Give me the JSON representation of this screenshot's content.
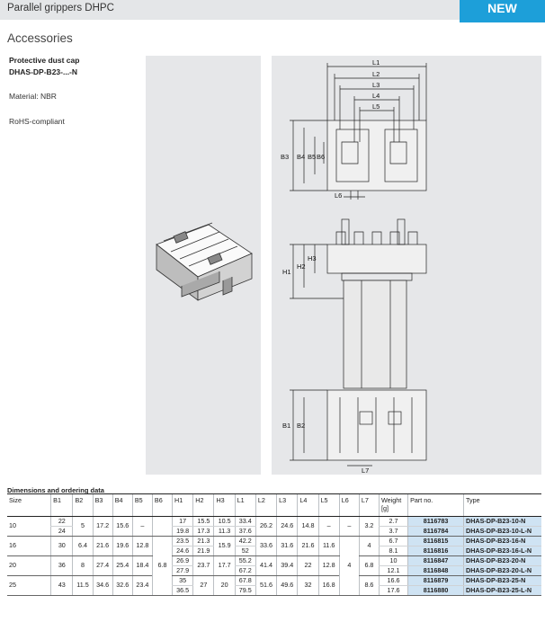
{
  "header": {
    "title": "Parallel grippers DHPC",
    "badge": "NEW"
  },
  "section_title": "Accessories",
  "product": {
    "name": "Protective dust cap",
    "code": "DHAS-DP-B23-...-N",
    "material": "Material: NBR",
    "rohs": "RoHS-compliant"
  },
  "drawing_labels": {
    "top": [
      "L1",
      "L2",
      "L3",
      "L4",
      "L5",
      "L6",
      "B3",
      "B4",
      "B5",
      "B6"
    ],
    "side": [
      "H1",
      "H2",
      "H3"
    ],
    "bottom": [
      "B1",
      "B2",
      "L7"
    ]
  },
  "table": {
    "caption": "Dimensions and ordering data",
    "headers": [
      "Size",
      "B1",
      "B2",
      "B3",
      "B4",
      "B5",
      "B6",
      "H1",
      "H2",
      "H3",
      "L1",
      "L2",
      "L3",
      "L4",
      "L5",
      "L6",
      "L7",
      "Weight [g]",
      "Part no.",
      "Type"
    ],
    "groups": [
      {
        "size": "10",
        "B1": [
          "22",
          "24"
        ],
        "B2": "5",
        "B3": "17.2",
        "B4": "15.6",
        "B5": "–",
        "H1": [
          "17",
          "19.8"
        ],
        "H2": [
          "15.5",
          "17.3"
        ],
        "H3": [
          "10.5",
          "11.3"
        ],
        "L1": [
          "33.4",
          "37.6"
        ],
        "L2": "26.2",
        "L3": "24.6",
        "L4": "14.8",
        "L5": "–",
        "L7": "3.2",
        "weight": [
          "2.7",
          "3.7"
        ],
        "part": [
          "8116783",
          "8116784"
        ],
        "type": [
          "DHAS-DP-B23-10-N",
          "DHAS-DP-B23-10-L-N"
        ]
      },
      {
        "size": "16",
        "B1": "30",
        "B2": "6.4",
        "B3": "21.6",
        "B4": "19.6",
        "B5": "12.8",
        "H1": [
          "23.5",
          "24.6"
        ],
        "H2": [
          "21.3",
          "21.9"
        ],
        "H3": "15.9",
        "L1": [
          "42.2",
          "52"
        ],
        "L2": "33.6",
        "L3": "31.6",
        "L4": "21.6",
        "L5": "11.6",
        "L7": "4",
        "weight": [
          "6.7",
          "8.1"
        ],
        "part": [
          "8116815",
          "8116816"
        ],
        "type": [
          "DHAS-DP-B23-16-N",
          "DHAS-DP-B23-16-L-N"
        ]
      },
      {
        "size": "20",
        "B1": "36",
        "B2": "8",
        "B3": "27.4",
        "B4": "25.4",
        "B5": "18.4",
        "H1": [
          "26.9",
          "27.9"
        ],
        "H2": "23.7",
        "H3": "17.7",
        "L1": [
          "55.2",
          "67.2"
        ],
        "L2": "41.4",
        "L3": "39.4",
        "L4": "22",
        "L5": "12.8",
        "L7": "6.8",
        "weight": [
          "10",
          "12.1"
        ],
        "part": [
          "8116847",
          "8116848"
        ],
        "type": [
          "DHAS-DP-B23-20-N",
          "DHAS-DP-B23-20-L-N"
        ]
      },
      {
        "size": "25",
        "B1": "43",
        "B2": "11.5",
        "B3": "34.6",
        "B4": "32.6",
        "B5": "23.4",
        "H1": [
          "35",
          "36.5"
        ],
        "H2": "27",
        "H3": "20",
        "L1": [
          "67.8",
          "79.5"
        ],
        "L2": "51.6",
        "L3": "49.6",
        "L4": "32",
        "L5": "16.8",
        "L7": "8.6",
        "weight": [
          "16.6",
          "17.6"
        ],
        "part": [
          "8116879",
          "8116880"
        ],
        "type": [
          "DHAS-DP-B23-25-N",
          "DHAS-DP-B23-25-L-N"
        ]
      }
    ],
    "B6": "6.8",
    "L6": "4",
    "L6_top": "–"
  }
}
